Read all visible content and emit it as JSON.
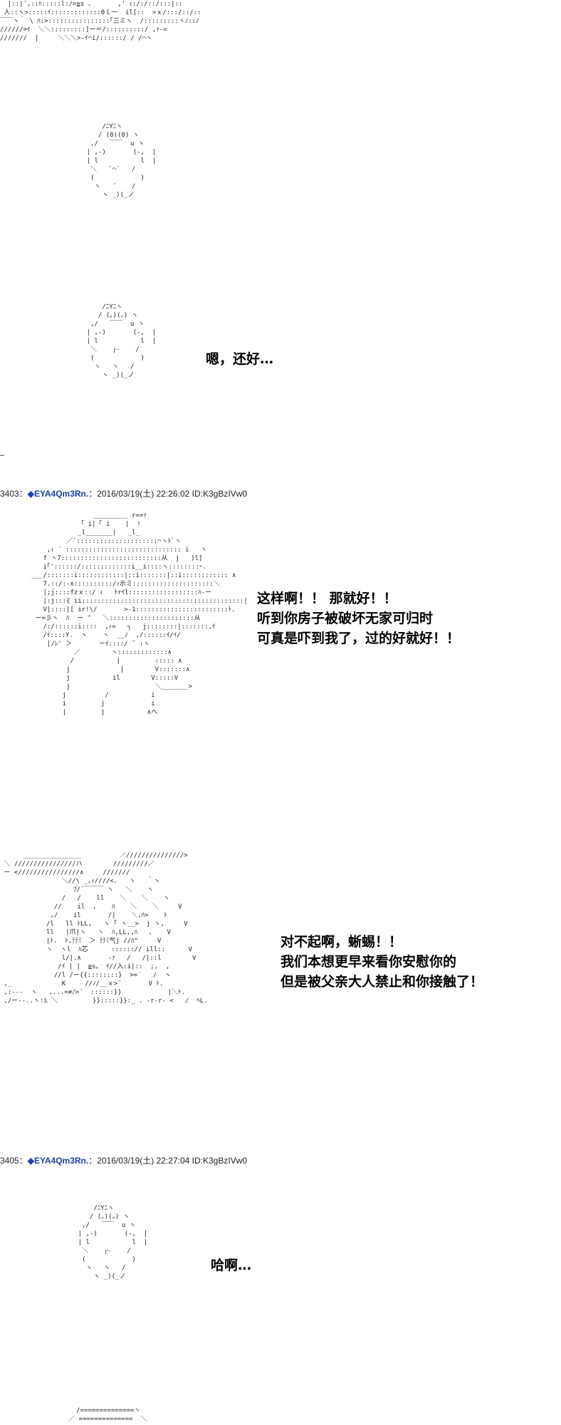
{
  "posts": [
    {
      "number": "3403",
      "separator": "：",
      "trip": "◆EYA4Qm3Rn.",
      "meta": "：2016/03/19(土) 22:26:02 ID:K3gBzIVw0"
    },
    {
      "number": "3405",
      "separator": "：",
      "trip": "◆EYA4Qm3Rn.",
      "meta": "：2016/03/19(土) 22:27:04 ID:K3gBzIVw0"
    }
  ],
  "dialogs": {
    "d1": [
      "嗯，还好…"
    ],
    "d2": [
      "这样啊！！ 那就好！！",
      "听到你房子被破坏无家可归时",
      "可真是吓到我了，过的好就好！！"
    ],
    "d3": [
      "对不起啊，蜥蜴！！",
      "我们本想更早来看你安慰你的",
      "但是被父亲大人禁止和你接触了！"
    ],
    "d4": [
      "哈啊…"
    ]
  },
  "marker": "…"
}
